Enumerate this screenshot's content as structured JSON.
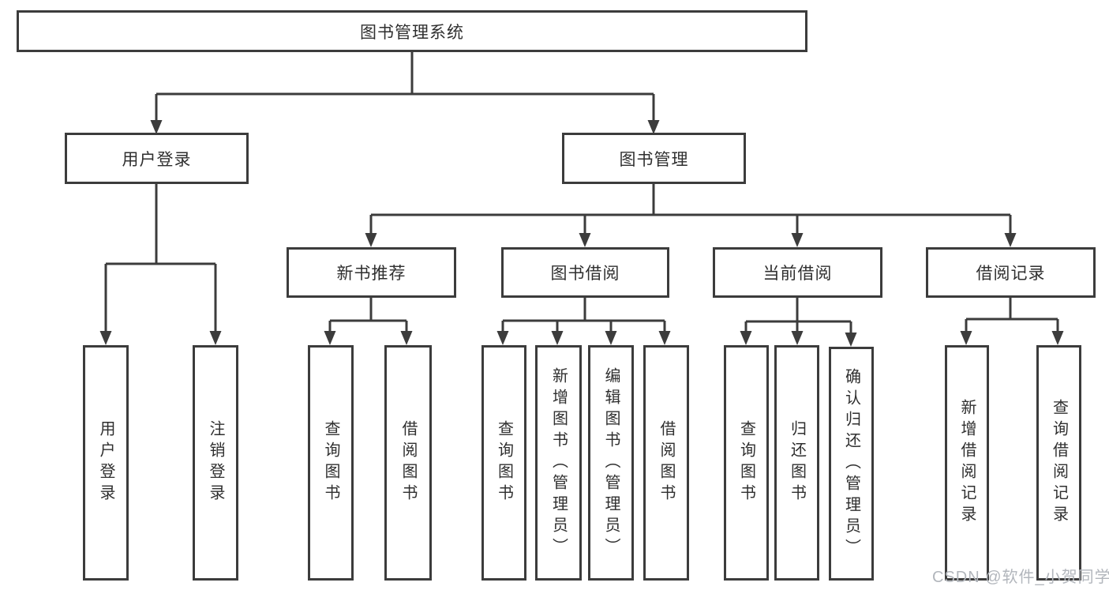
{
  "diagram": {
    "root": {
      "label": "图书管理系统"
    },
    "user_branch": {
      "label": "用户登录",
      "children": [
        {
          "label": "用户登录"
        },
        {
          "label": "注销登录"
        }
      ]
    },
    "mgmt_branch": {
      "label": "图书管理",
      "groups": [
        {
          "label": "新书推荐",
          "children": [
            {
              "label": "查询图书"
            },
            {
              "label": "借阅图书"
            }
          ]
        },
        {
          "label": "图书借阅",
          "children": [
            {
              "label": "查询图书"
            },
            {
              "label": "新增图书（管理员）"
            },
            {
              "label": "编辑图书（管理员）"
            },
            {
              "label": "借阅图书"
            }
          ]
        },
        {
          "label": "当前借阅",
          "children": [
            {
              "label": "查询图书"
            },
            {
              "label": "归还图书"
            },
            {
              "label": "确认归还（管理员）"
            }
          ]
        },
        {
          "label": "借阅记录",
          "children": [
            {
              "label": "新增借阅记录"
            },
            {
              "label": "查询借阅记录"
            }
          ]
        }
      ]
    },
    "watermark": {
      "text": "CSDN @软件_小贺同学"
    },
    "colors": {
      "line": "#3c3c3c",
      "text": "#2f2f2f",
      "node_background": "#ffffff",
      "page_background": "#ffffff",
      "watermark": "#b2b6bc"
    }
  }
}
